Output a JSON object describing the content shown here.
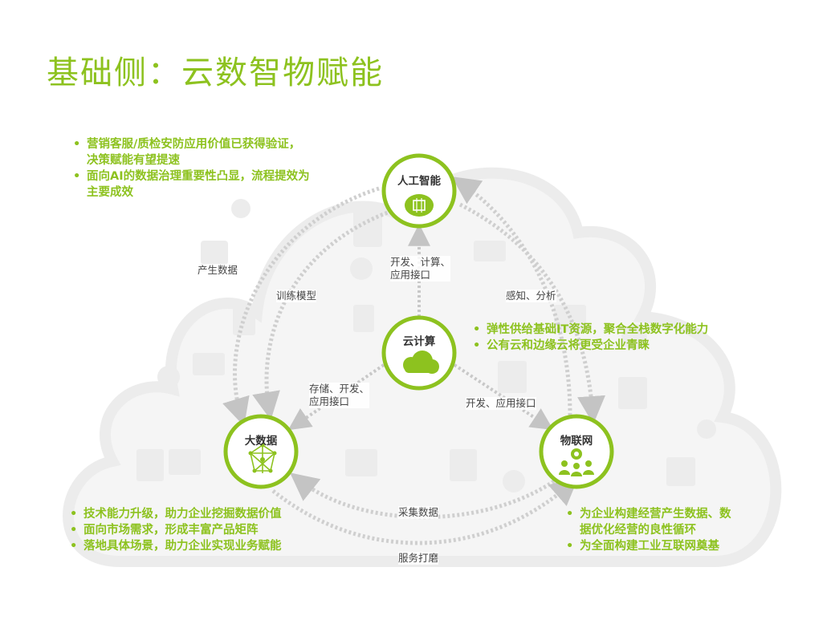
{
  "title": "基础侧：云数智物赋能",
  "colors": {
    "accent": "#8dc21f",
    "arrow": "#c8c8c8",
    "cloud": "#ececec"
  },
  "nodes": {
    "ai": {
      "label": "人工智能",
      "icon": "brain-chip-icon"
    },
    "cloud": {
      "label": "云计算",
      "icon": "cloud-icon"
    },
    "bigdata": {
      "label": "大数据",
      "icon": "network-mesh-icon"
    },
    "iot": {
      "label": "物联网",
      "icon": "connected-people-icon"
    }
  },
  "edge_labels": {
    "cloud_ai_l1": "开发、计算、",
    "cloud_ai_l2": "应用接口",
    "cloud_bigdata_l1": "存储、开发、",
    "cloud_bigdata_l2": "应用接口",
    "cloud_iot": "开发、应用接口",
    "produce_data": "产生数据",
    "train_model": "训练模型",
    "sense_analyze": "感知、分析",
    "collect_data": "采集数据",
    "service_polish": "服务打磨"
  },
  "bullets": {
    "ai": [
      "营销客服/质检安防应用价值已获得验证，\n决策赋能有望提速",
      "面向AI的数据治理重要性凸显，流程提效为\n主要成效"
    ],
    "cloud": [
      "弹性供给基础IT资源，聚合全栈数字化能力",
      "公有云和边缘云将更受企业青睐"
    ],
    "bigdata": [
      "技术能力升级，助力企业挖掘数据价值",
      "面向市场需求，形成丰富产品矩阵",
      "落地具体场景，助力企业实现业务赋能"
    ],
    "iot": [
      "为企业构建经营产生数据、数\n据优化经营的良性循环",
      "为全面构建工业互联网奠基"
    ]
  }
}
